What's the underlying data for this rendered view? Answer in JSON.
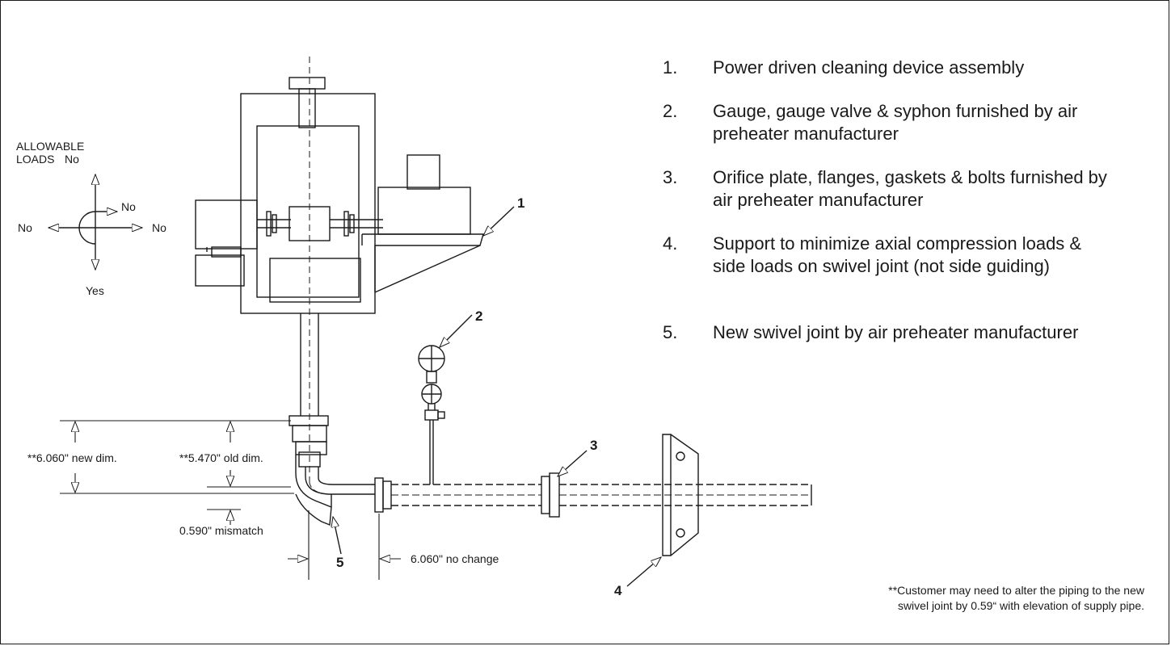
{
  "loads": {
    "heading_line1": "ALLOWABLE",
    "heading_line2": "LOADS",
    "up": "No",
    "right_small": "No",
    "left": "No",
    "right": "No",
    "down": "Yes"
  },
  "callouts": [
    "1",
    "2",
    "3",
    "4",
    "5"
  ],
  "dimensions": {
    "new_dim": "**6.060\" new dim.",
    "old_dim": "**5.470\" old dim.",
    "mismatch": "0.590\" mismatch",
    "no_change": "6.060\" no change"
  },
  "legend": [
    {
      "num": "1.",
      "text": "Power driven cleaning device assembly"
    },
    {
      "num": "2.",
      "text": "Gauge, gauge valve & syphon furnished by air preheater manufacturer"
    },
    {
      "num": "3.",
      "text": "Orifice plate, flanges, gaskets & bolts furnished by air preheater manufacturer"
    },
    {
      "num": "4.",
      "text": "Support to minimize axial compression loads & side loads on swivel joint (not side guiding)"
    },
    {
      "num": "5.",
      "text": "New swivel joint by air preheater manufacturer"
    }
  ],
  "note": {
    "line1": "**Customer may need to alter the piping to the new",
    "line2": "swivel joint by 0.59“ with elevation of supply pipe."
  }
}
